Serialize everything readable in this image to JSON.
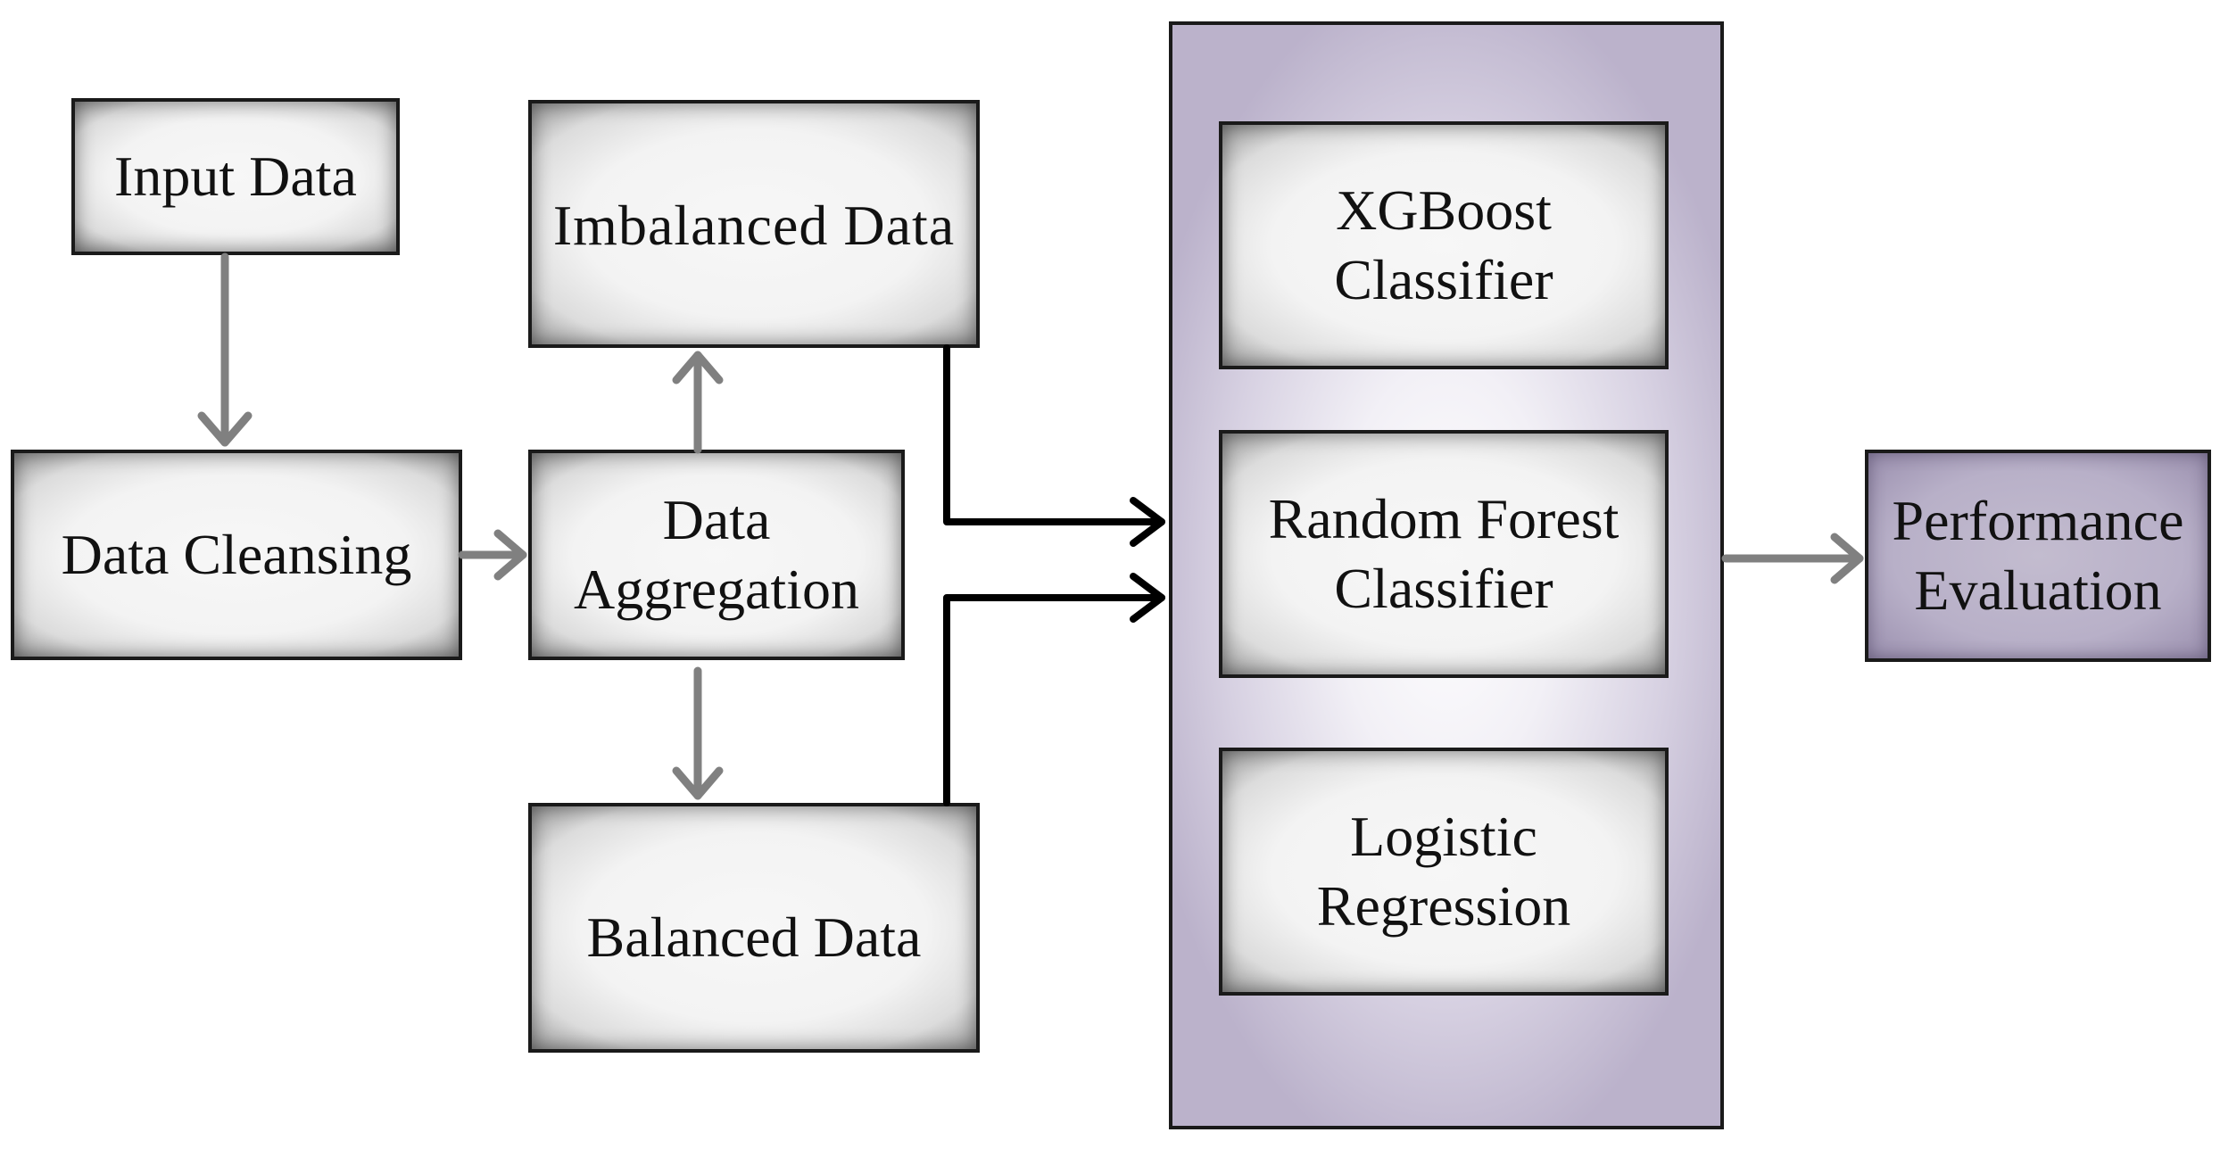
{
  "nodes": {
    "input_data": "Input Data",
    "data_cleansing": "Data Cleansing",
    "data_aggregation_line1": "Data",
    "data_aggregation_line2": "Aggregation",
    "imbalanced_data": "Imbalanced Data",
    "balanced_data": "Balanced Data",
    "xgboost_line1": "XGBoost",
    "xgboost_line2": "Classifier",
    "random_forest_line1": "Random Forest",
    "random_forest_line2": "Classifier",
    "logistic_line1": "Logistic",
    "logistic_line2": "Regression",
    "performance_line1": "Performance",
    "performance_line2": "Evaluation"
  },
  "colors": {
    "gray_arrow": "#808080",
    "black_arrow": "#000000",
    "classifier_panel": "#bbb2cb",
    "performance_box": "#b8b0c8"
  }
}
